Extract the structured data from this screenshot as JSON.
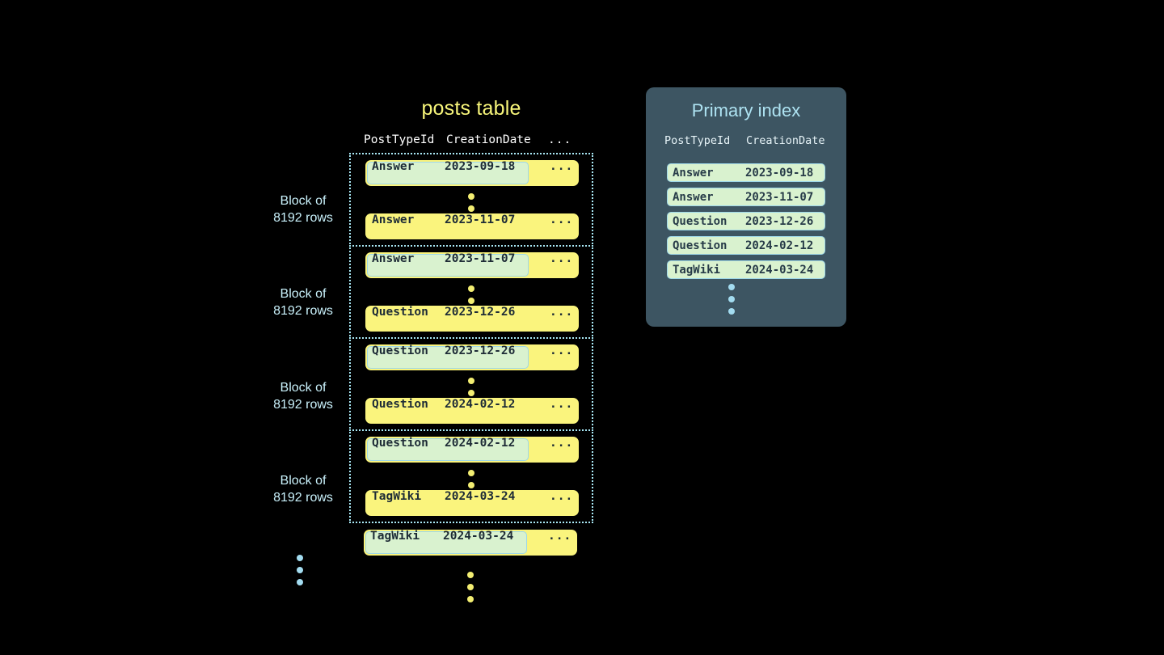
{
  "posts_table": {
    "title": "posts table",
    "columns": [
      "PostTypeId",
      "CreationDate",
      "..."
    ],
    "row_more": "...",
    "blocks": [
      {
        "label_line1": "Block of",
        "label_line2": "8192 rows",
        "first_row": {
          "type": "Answer",
          "date": "2023-09-18",
          "highlighted": true
        },
        "last_row": {
          "type": "Answer",
          "date": "2023-11-07",
          "highlighted": false
        }
      },
      {
        "label_line1": "Block of",
        "label_line2": "8192 rows",
        "first_row": {
          "type": "Answer",
          "date": "2023-11-07",
          "highlighted": true
        },
        "last_row": {
          "type": "Question",
          "date": "2023-12-26",
          "highlighted": false
        }
      },
      {
        "label_line1": "Block of",
        "label_line2": "8192 rows",
        "first_row": {
          "type": "Question",
          "date": "2023-12-26",
          "highlighted": true
        },
        "last_row": {
          "type": "Question",
          "date": "2024-02-12",
          "highlighted": false
        }
      },
      {
        "label_line1": "Block of",
        "label_line2": "8192 rows",
        "first_row": {
          "type": "Question",
          "date": "2024-02-12",
          "highlighted": true
        },
        "last_row": {
          "type": "TagWiki",
          "date": "2024-03-24",
          "highlighted": false
        }
      }
    ],
    "trailing_row": {
      "type": "TagWiki",
      "date": "2024-03-24",
      "highlighted": true
    }
  },
  "primary_index": {
    "title": "Primary index",
    "columns": [
      "PostTypeId",
      "CreationDate"
    ],
    "rows": [
      {
        "type": "Answer",
        "date": "2023-09-18"
      },
      {
        "type": "Answer",
        "date": "2023-11-07"
      },
      {
        "type": "Question",
        "date": "2023-12-26"
      },
      {
        "type": "Question",
        "date": "2024-02-12"
      },
      {
        "type": "TagWiki",
        "date": "2024-03-24"
      }
    ]
  },
  "colors": {
    "background": "#000000",
    "row_yellow": "#faf47d",
    "highlight_green": "#d9f2cf",
    "highlight_border": "#9ed7e8",
    "accent_blue": "#a9e8f5",
    "title_yellow": "#f7f57a",
    "panel_bg": "#3d5562",
    "panel_title": "#aee3f2",
    "dots_yellow": "#f3ee72",
    "dots_blue": "#a3dcf0"
  }
}
